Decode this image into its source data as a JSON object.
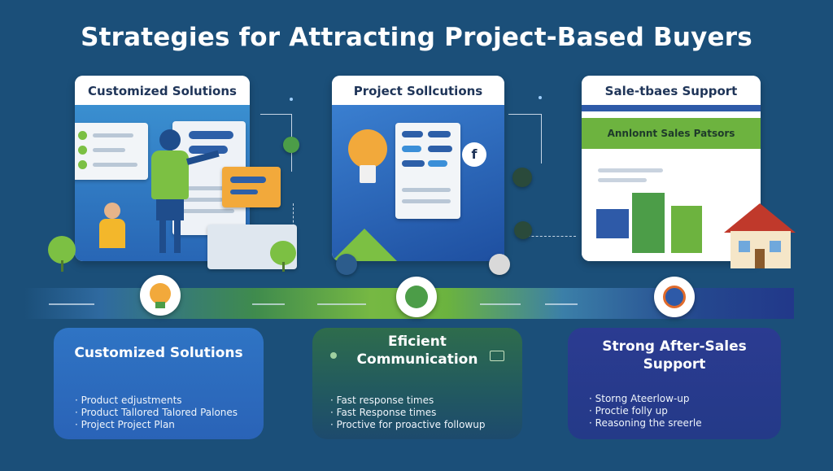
{
  "title": "Strategies for Attracting Project-Based Buyers",
  "panels": [
    {
      "heading": "Customized Solutions"
    },
    {
      "heading": "Project Sollcutions"
    },
    {
      "heading": "Sale-tbaes Support",
      "banner": "Annlonnt Sales Patsors"
    }
  ],
  "cards": [
    {
      "title": "Customized Solutions",
      "bullets": [
        "Product edjustments",
        "Product Tallored Talored Palones",
        "Project Project Plan"
      ]
    },
    {
      "title_line1": "Eficient",
      "title_line2": "Communication",
      "bullets": [
        "Fast response times",
        "Fast Response times",
        "Proctive for proactive followup"
      ]
    },
    {
      "title_line1": "Strong After-Sales",
      "title_line2": "Support",
      "bullets": [
        "Storng Ateerlow-up",
        "Proctie folly up",
        "Reasoning the sreerle"
      ]
    }
  ],
  "colors": {
    "background": "#1b4f79",
    "green": "#6db33f",
    "blue": "#2f74c4",
    "navy": "#243a88"
  },
  "icons": [
    "person-presenting-icon",
    "lightbulb-icon",
    "house-icon",
    "tree-icon",
    "gear-icon",
    "chat-icon",
    "support-icon"
  ]
}
